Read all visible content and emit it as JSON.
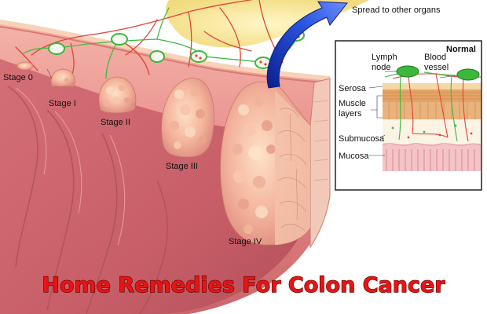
{
  "labels": {
    "stage0": "Stage 0",
    "stage1": "Stage I",
    "stage2": "Stage II",
    "stage3": "Stage III",
    "stage4": "Stage IV",
    "spread": "Spread to other organs"
  },
  "inset": {
    "title": "Normal",
    "lymph_node": [
      "Lymph",
      "node"
    ],
    "blood_vessel": [
      "Blood",
      "vessel"
    ],
    "serosa": "Serosa",
    "muscle_layers": [
      "Muscle",
      "layers"
    ],
    "submucosa": "Submucosa",
    "mucosa": "Mucosa"
  },
  "title": "Home Remedies For Colon Cancer",
  "colors": {
    "title_red": "#e81414",
    "arrow_blue": "#1f3fd0",
    "lymph_green": "#3cb83c",
    "tissue_pink": "#e98a8c"
  }
}
